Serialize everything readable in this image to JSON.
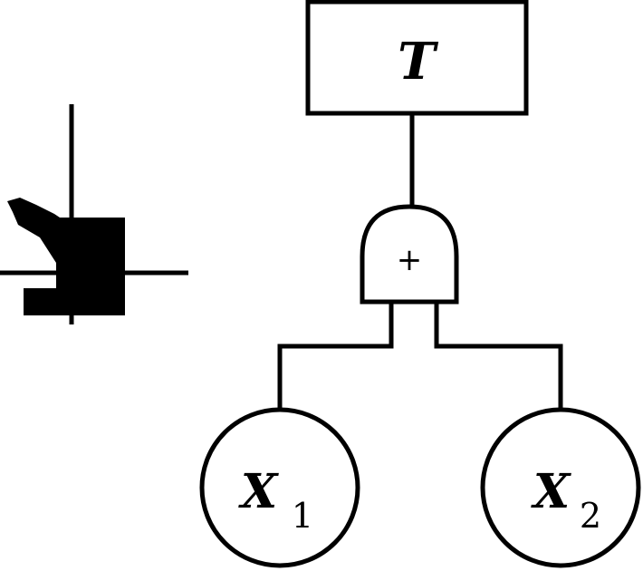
{
  "top_event": {
    "label": "T"
  },
  "gate": {
    "symbol": "+"
  },
  "basic_events": [
    {
      "letter": "X",
      "subscript": "1"
    },
    {
      "letter": "X",
      "subscript": "2"
    }
  ]
}
